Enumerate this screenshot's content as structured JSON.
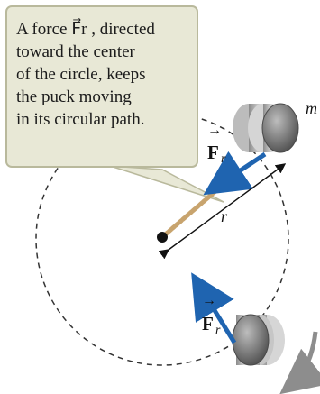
{
  "callout": {
    "lines": [
      "A force F⃗r , directed",
      "toward the center",
      "of the circle, keeps",
      "the puck moving",
      "in its circular path."
    ]
  },
  "labels": {
    "force_upper": {
      "main": "F",
      "subscript": "r",
      "arrow": "→"
    },
    "force_lower": {
      "main": "F",
      "subscript": "r",
      "arrow": "→"
    },
    "radius": "r",
    "mass": "m"
  },
  "colors": {
    "callout_fill": "#e8e8d6",
    "callout_border": "#b9b99c",
    "force_arrow": "#1f64b0",
    "rotation_arrow": "#8d8d8d",
    "puck_dark": "#6b6b6b",
    "puck_light": "#d9d9d9"
  }
}
